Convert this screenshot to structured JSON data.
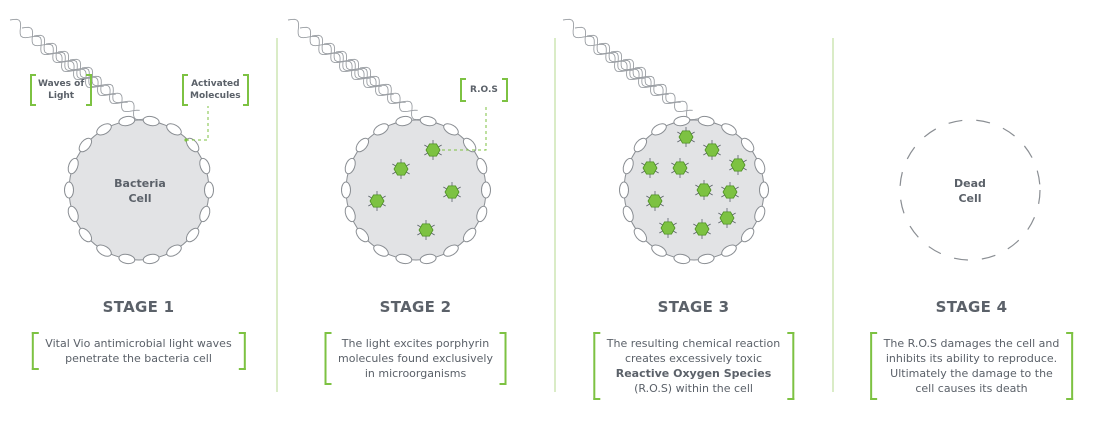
{
  "colors": {
    "accent": "#7dc242",
    "cell": "#e2e3e5",
    "text": "#5b6169"
  },
  "stages": [
    {
      "title": "STAGE 1",
      "lines": [
        "Vital Vio antimicrobial light waves",
        "penetrate the bacteria cell"
      ],
      "cell_label": [
        "Bacteria",
        "Cell"
      ],
      "callouts": [
        [
          "Waves of",
          "Light"
        ],
        [
          "Activated",
          "Molecules"
        ]
      ]
    },
    {
      "title": "STAGE 2",
      "lines": [
        "The light excites porphyrin",
        "molecules found exclusively",
        "in microorganisms"
      ],
      "callout": "R.O.S"
    },
    {
      "title": "STAGE 3",
      "lines": [
        "The resulting chemical reaction",
        "creates excessively toxic",
        "Reactive Oxygen Species",
        "(R.O.S) within the cell"
      ]
    },
    {
      "title": "STAGE 4",
      "lines": [
        "The R.O.S damages the cell and",
        "inhibits its ability to reproduce.",
        "Ultimately the damage to the",
        "cell causes its death"
      ],
      "cell_label": [
        "Dead",
        "Cell"
      ]
    }
  ]
}
